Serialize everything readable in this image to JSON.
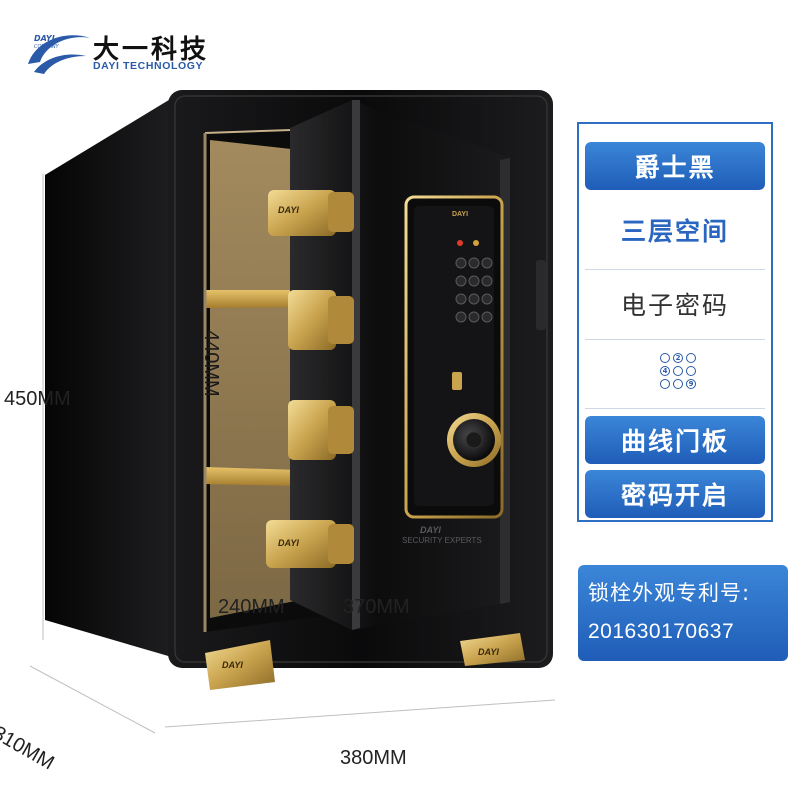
{
  "brand": {
    "name_cn": "大一科技",
    "name_en": "DAYI TECHNOLOGY",
    "mark_text": "DAYI",
    "mark_subtext": "COMPANY",
    "color": "#2a5aa8"
  },
  "product": {
    "badge_text": "DAYI",
    "lock_tagline": "SECURITY EXPERTS",
    "body_color": "#0e0e10",
    "accent_color": "#c9a34e"
  },
  "dimensions": {
    "height": "450MM",
    "width": "380MM",
    "depth": "310MM",
    "inner_height": "440MM",
    "inner_depth": "240MM",
    "inner_width": "370MM"
  },
  "features": [
    {
      "label": "爵士黑"
    },
    {
      "label": "三层空间"
    },
    {
      "label": "电子密码"
    },
    {
      "label": "曲线门板"
    },
    {
      "label": "密码开启"
    }
  ],
  "keypad_icon": {
    "name": "keypad-icon",
    "digits": [
      "2",
      "4",
      "9"
    ]
  },
  "patent": {
    "label": "锁栓外观专利号:",
    "number": "201630170637"
  },
  "colors": {
    "accent_blue": "#2d6fc0",
    "gold": "#c9a34e"
  }
}
